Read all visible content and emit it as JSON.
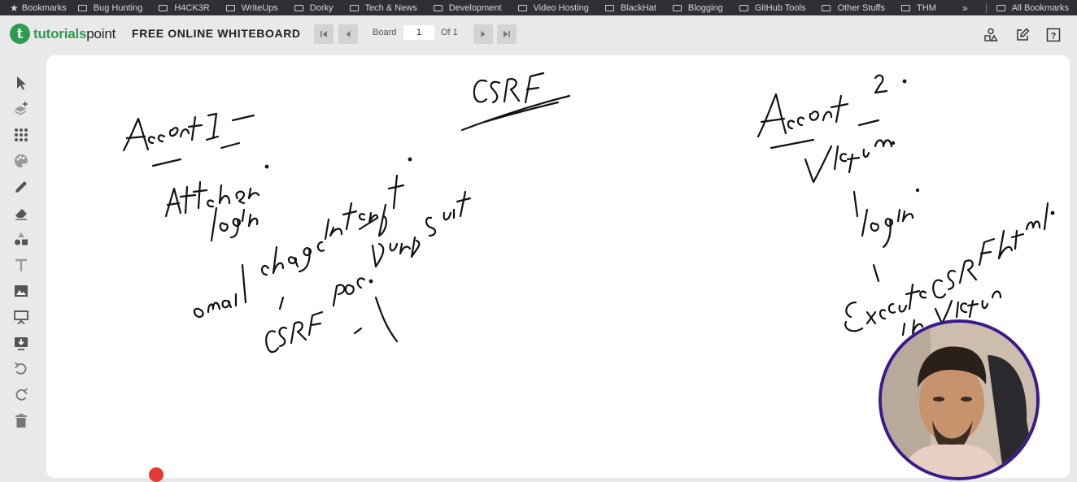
{
  "bookmarks_bar": {
    "bookmarks_label": "Bookmarks",
    "folders": [
      "Bug Hunting",
      "H4CK3R",
      "WriteUps",
      "Dorky",
      "Tech & News",
      "Development",
      "Video Hosting",
      "BlackHat",
      "Blogging",
      "GitHub Tools",
      "Other Stuffs",
      "THM"
    ],
    "all_bookmarks": "All Bookmarks",
    "overflow_glyph": "»"
  },
  "app": {
    "logo_part1": "tutorials",
    "logo_part2": "point",
    "title": "FREE ONLINE WHITEBOARD",
    "board_label": "Board",
    "board_value": "1",
    "of_label": "Of 1"
  },
  "toolbar_icons": [
    "select-icon",
    "add-layer-icon",
    "grid-icon",
    "palette-icon",
    "pencil-icon",
    "eraser-icon",
    "shapes-icon",
    "text-icon",
    "image-icon",
    "presentation-icon",
    "download-icon",
    "undo-icon",
    "redo-icon",
    "trash-icon"
  ],
  "header_icons": [
    "shapes-icon",
    "edit-icon",
    "help-icon"
  ],
  "colors": {
    "brand_green": "#2e9b4f",
    "webcam_border": "#3a1a8c",
    "ink": "#111111"
  },
  "whiteboard": {
    "handwriting": [
      "CSRF",
      "Accont 1 -",
      "Attacker.",
      "login",
      "email change intercept.",
      "CSRF POC Burp suit",
      "Accont 2.",
      "victim",
      "login",
      "Execute CSRF html.",
      "in victim"
    ]
  }
}
